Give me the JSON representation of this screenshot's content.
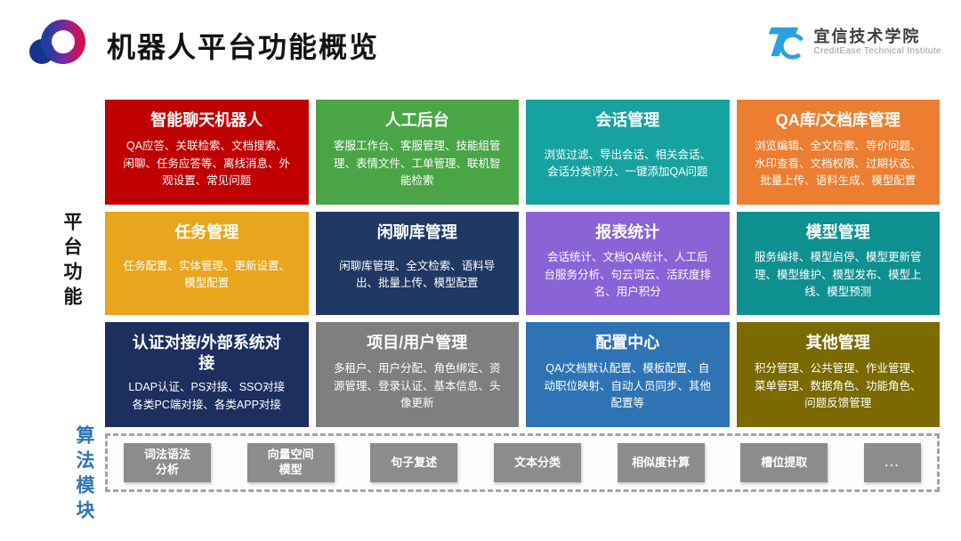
{
  "header": {
    "title": "机器人平台功能概览",
    "brand": {
      "name": "宜信技术学院",
      "subtitle": "CreditEase Technical Institute"
    }
  },
  "side_labels": {
    "platform": "平台功能",
    "algorithm": "算法模块"
  },
  "colors": {
    "accent_blue": "#2e74b5",
    "module_gray": "#8c8c8c",
    "ring_gradient_start": "#1d3ea0",
    "ring_gradient_end": "#d6104d",
    "brand_blue": "#2aa2dc"
  },
  "cards": [
    {
      "title": "智能聊天机器人",
      "body": "QA应答、关联检索、文档搜索、闲聊、任务应答等、离线消息、外观设置、常见问题",
      "color": "#c00000"
    },
    {
      "title": "人工后台",
      "body": "客服工作台、客服管理、技能组管理、表情文件、工单管理、联机智能检索",
      "color": "#4aa546"
    },
    {
      "title": "会话管理",
      "body": "浏览过滤、导出会话、相关会话、会话分类评分、一键添加QA问题",
      "color": "#17a2a2"
    },
    {
      "title": "QA库/文档库管理",
      "body": "浏览编辑、全文检索、等价问题、水印查看、文档权限、过期状态、批量上传、语料生成、模型配置",
      "color": "#ed7d31"
    },
    {
      "title": "任务管理",
      "body": "任务配置、实体管理、更新设置、模型配置",
      "color": "#e8a51d"
    },
    {
      "title": "闲聊库管理",
      "body": "闲聊库管理、全文检索、语料导出、批量上传、模型配置",
      "color": "#1f3864"
    },
    {
      "title": "报表统计",
      "body": "会话统计、文档QA统计、人工后台服务分析、句云词云、活跃度排名、用户积分",
      "color": "#8a64d6"
    },
    {
      "title": "模型管理",
      "body": "服务编排、模型启停、模型更新管理、模型维护、模型发布、模型上线、模型预测",
      "color": "#0f9090"
    },
    {
      "title": "认证对接/外部系统对接",
      "body": "LDAP认证、PS对接、SSO对接\n各类PC端对接、各类APP对接",
      "color": "#1c2f5e"
    },
    {
      "title": "项目/用户管理",
      "body": "多租户、用户分配、角色绑定、资源管理、登录认证、基本信息、头像更新",
      "color": "#7f7f7f"
    },
    {
      "title": "配置中心",
      "body": "QA/文档默认配置、模板配置、自动职位映射、自动人员同步、其他配置等",
      "color": "#2e74b5"
    },
    {
      "title": "其他管理",
      "body": "积分管理、公共管理、作业管理、菜单管理、数据角色、功能角色、问题反馈管理",
      "color": "#7a6a00"
    }
  ],
  "algorithm_modules": [
    "词法语法\n分析",
    "向量空间\n模型",
    "句子复述",
    "文本分类",
    "相似度计算",
    "槽位提取",
    "..."
  ]
}
